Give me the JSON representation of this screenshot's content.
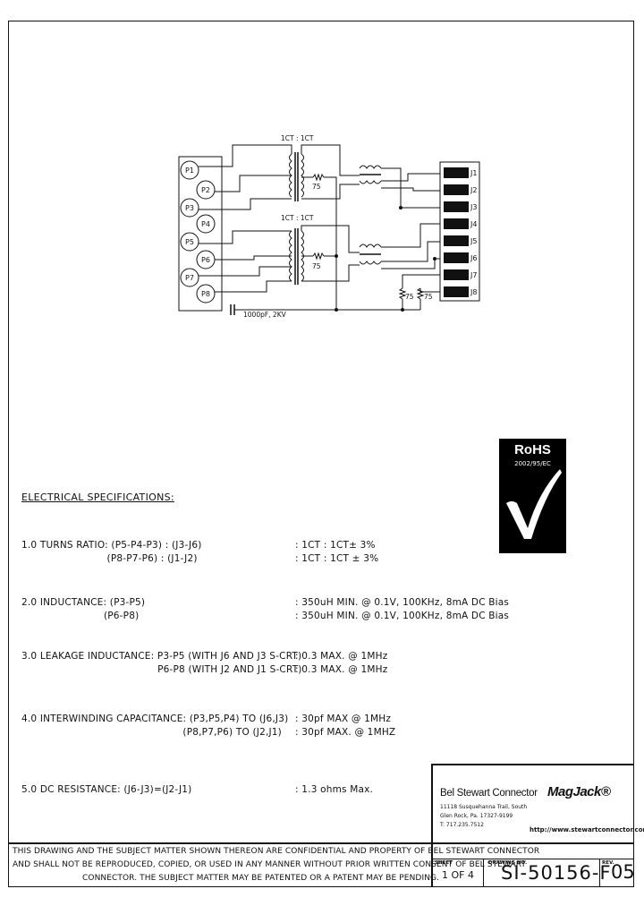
{
  "schematic": {
    "ratio_top": "1CT : 1CT",
    "ratio_bottom": "1CT : 1CT",
    "resistor_top": "75",
    "resistor_bottom": "75",
    "resistor_j_left": "75",
    "resistor_j_right": "75",
    "capacitor": "1000pF, 2KV",
    "p_pins": [
      "P1",
      "P2",
      "P3",
      "P4",
      "P5",
      "P6",
      "P7",
      "P8"
    ],
    "j_pins": [
      "J1",
      "J2",
      "J3",
      "J4",
      "J5",
      "J6",
      "J7",
      "J8"
    ]
  },
  "rohs": {
    "title": "RoHS",
    "subtitle": "2002/95/EC"
  },
  "specs": {
    "title": "ELECTRICAL SPECIFICATIONS:",
    "lines": [
      {
        "label": "1.0  TURNS RATIO: (P5-P4-P3) : (J3-J6)",
        "value": ":  1CT : 1CT±  3%"
      },
      {
        "label": "                           (P8-P7-P6) : (J1-J2)",
        "value": ":  1CT : 1CT  ±  3%"
      },
      {
        "label": "2.0  INDUCTANCE: (P3-P5)",
        "value": ":  350uH MIN. @ 0.1V, 100KHz, 8mA DC Bias"
      },
      {
        "label": "                          (P6-P8)",
        "value": ":  350uH MIN. @ 0.1V, 100KHz, 8mA DC Bias"
      },
      {
        "label": "3.0  LEAKAGE INDUCTANCE:  P3-P5 (WITH J6 AND J3 S-CRT)",
        "value": ":  0.3 MAX. @ 1MHz"
      },
      {
        "label": "                                           P6-P8 (WITH J2 AND J1 S-CRT)",
        "value": ":  0.3 MAX. @ 1MHz"
      },
      {
        "label": "4.0  INTERWINDING CAPACITANCE: (P3,P5,P4) TO (J6,J3)",
        "value": ":  30pf MAX @ 1MHz"
      },
      {
        "label": "                                                   (P8,P7,P6) TO (J2,J1)",
        "value": ":  30pf MAX. @ 1MHZ"
      },
      {
        "label": "5.0  DC RESISTANCE: (J6-J3)=(J2-J1)",
        "value": ":  1.3 ohms Max."
      }
    ]
  },
  "title_block": {
    "company": "Bel Stewart Connector",
    "address_1": "11118 Susquehanna Trail, South",
    "address_2": "Glen Rock, Pa. 17327-9199",
    "address_3": "T: 717.235.7512",
    "logo": "MagJack®",
    "website": "http://www.stewartconnector.com",
    "disclaimer_1": "THIS DRAWING AND THE SUBJECT MATTER SHOWN THEREON ARE CONFIDENTIAL AND PROPERTY OF BEL STEWART CONNECTOR",
    "disclaimer_2": "AND SHALL NOT BE REPRODUCED, COPIED, OR USED IN ANY MANNER WITHOUT PRIOR WRITTEN CONSENT OF BEL STEWART",
    "disclaimer_3": "CONNECTOR.  THE SUBJECT MATTER MAY BE PATENTED OR A PATENT MAY BE PENDING.",
    "sheet_label": "SHEET",
    "sheet_value": "1 OF 4",
    "drawing_label": "DRAWING NO.",
    "drawing_value": "SI-50156-F",
    "rev_label": "REV.",
    "rev_value": "05"
  }
}
